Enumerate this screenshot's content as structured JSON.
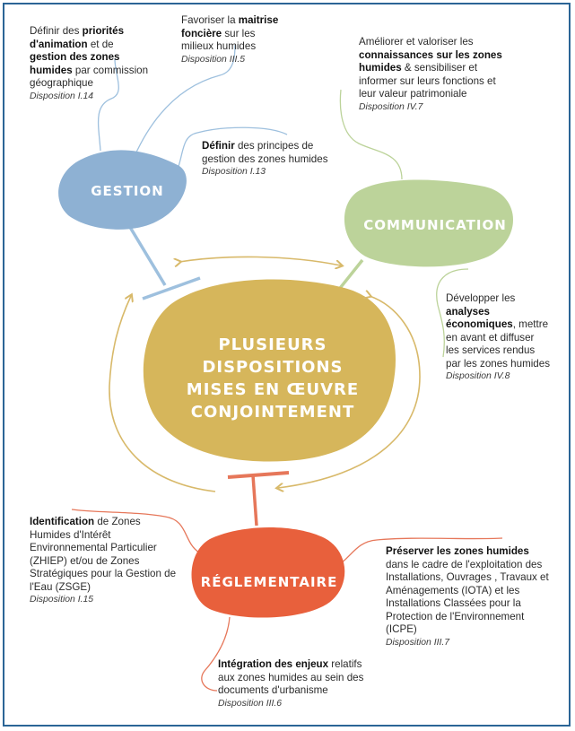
{
  "colors": {
    "gestion": "#8eb1d3",
    "communication": "#bcd39a",
    "center": "#d6b65b",
    "reglementaire": "#e8603c",
    "gestion_line": "#9ec0de",
    "communication_line": "#bcd39a",
    "reglementaire_line": "#e6775a",
    "arrow": "#d8b96a",
    "frame": "#2b6596"
  },
  "center": {
    "lines": [
      "PLUSIEURS",
      "DISPOSITIONS",
      "MISES EN ŒUVRE",
      "CONJOINTEMENT"
    ]
  },
  "gestion": {
    "label": "GESTION",
    "notes": [
      {
        "t1": "Définir des ",
        "b1": "priorités",
        "t2": "",
        "b2": "d'animation",
        "t3": " et de ",
        "b3": "gestion des zones humides",
        "t4": " par commission géographique",
        "disp": "Disposition I.14"
      },
      {
        "t1": "Favoriser la ",
        "b1": "maitrise foncière",
        "t2": " sur les milieux humides",
        "disp": "Disposition III.5"
      },
      {
        "b1": "Définir",
        "t1": " des principes de gestion des zones humides",
        "disp": "Disposition I.13"
      }
    ]
  },
  "communication": {
    "label": "COMMUNICATION",
    "notes": [
      {
        "t1": "Améliorer et valoriser les ",
        "b1": "connaissances sur les zones humides",
        "t2": " & sensibiliser et informer sur leurs fonctions et leur valeur patrimoniale",
        "disp": "Disposition IV.7"
      },
      {
        "t1": "Développer les ",
        "b1": "analyses économiques",
        "t2": ", mettre en avant et diffuser les services rendus par les zones humides",
        "disp": "Disposition IV.8"
      }
    ]
  },
  "reglementaire": {
    "label": "RÉGLEMENTAIRE",
    "notes": [
      {
        "b1": "Identification",
        "t1": " de Zones Humides d'Intérêt Environnemental Particulier (ZHIEP) et/ou de Zones Stratégiques pour la Gestion de l'Eau (ZSGE)",
        "disp": "Disposition I.15"
      },
      {
        "b1": "Préserver les zones humides",
        "t1": " dans le cadre de l'exploitation des Installations, Ouvrages , Travaux et Aménagements (IOTA) et les Installations Classées pour la Protection de l'Environnement (ICPE)",
        "disp": "Disposition III.7"
      },
      {
        "b1": "Intégration des enjeux",
        "t1": " relatifs aux zones humides au sein des documents d'urbanisme",
        "disp": "Disposition III.6"
      }
    ]
  }
}
